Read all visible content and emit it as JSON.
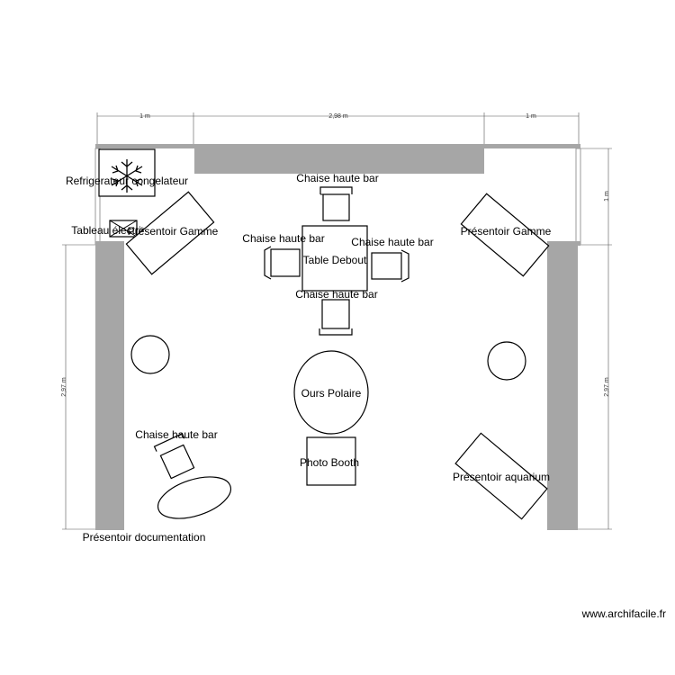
{
  "dimensions": {
    "top_left": "1 m",
    "top_middle": "2,98 m",
    "top_right": "1 m",
    "right_upper": "1 m",
    "left_side": "2,97 m",
    "right_side": "2,97 m"
  },
  "labels": {
    "fridge": "Refrigerateur congelateur",
    "electric_panel": "Tableau électrique",
    "display_gamme_left": "Présentoir Gamme",
    "display_gamme_right": "Présentoir Gamme",
    "chair_top": "Chaise haute bar",
    "chair_left": "Chaise haute bar",
    "chair_right": "Chaise haute bar",
    "chair_bottom": "Chaise haute bar",
    "standing_table": "Table Debout",
    "polar_bear": "Ours Polaire",
    "chair_lower_left": "Chaise haute bar",
    "photo_booth": "Photo Booth",
    "display_aquarium": "Présentoir aquarium",
    "display_documentation": "Présentoir documentation"
  },
  "watermark": "www.archifacile.fr"
}
